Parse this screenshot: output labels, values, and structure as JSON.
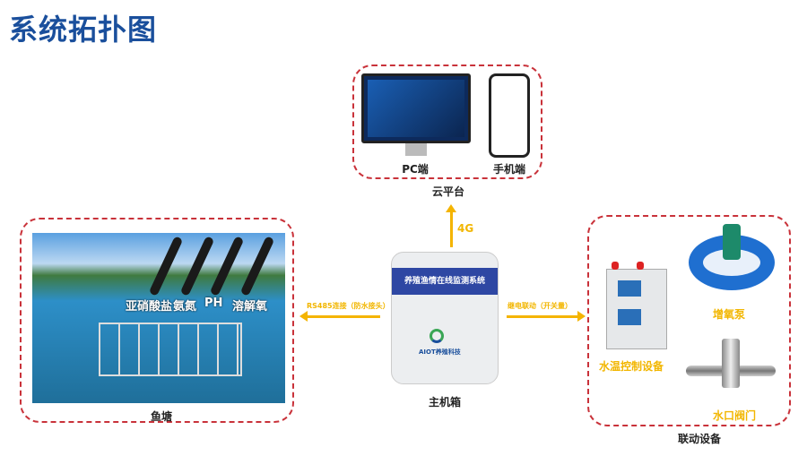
{
  "title": "系统拓扑图",
  "cloud": {
    "label": "云平台",
    "pc": "PC端",
    "mobile": "手机端"
  },
  "link_4g": "4G",
  "main_box": {
    "label": "主机箱",
    "panel_title": "养殖渔情在线监测系统",
    "brand": "AIOT养殖科技"
  },
  "pond": {
    "label": "鱼塘",
    "sensors": [
      "亚硝酸盐",
      "氨氮",
      "PH",
      "溶解氧"
    ]
  },
  "left_link": "RS485连接（防水接头）",
  "right_link": "继电联动（开关量）",
  "devices": {
    "label": "联动设备",
    "items": [
      "增氧泵",
      "水温控制设备",
      "水口阀门"
    ]
  }
}
